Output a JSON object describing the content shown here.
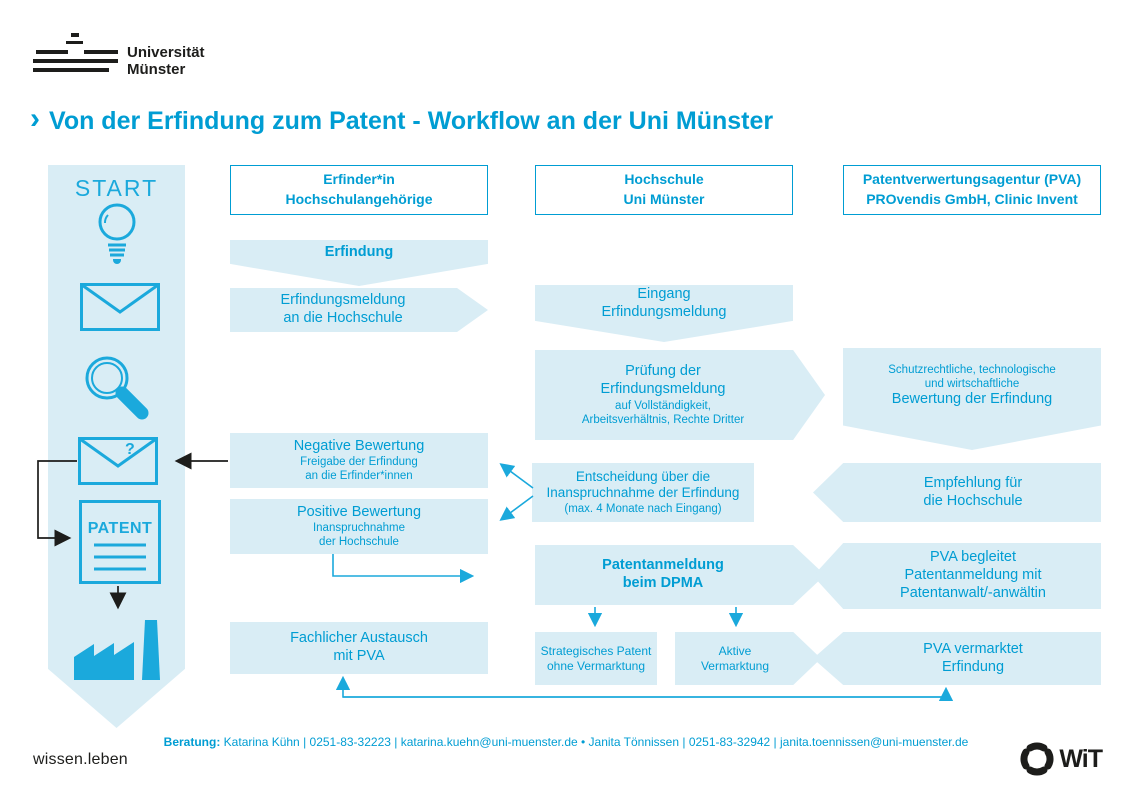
{
  "colors": {
    "cyan": "#009dd3",
    "icon_cyan": "#1ba9dc",
    "light_blue": "#d9edf5",
    "black": "#1d1d1b"
  },
  "logo": {
    "line1": "Universität",
    "line2": "Münster"
  },
  "title": {
    "marker": "›",
    "text": "Von der Erfindung zum Patent - Workflow an der Uni Münster"
  },
  "start": {
    "label": "START",
    "icons": [
      "lightbulb-icon",
      "envelope-icon",
      "magnifier-icon",
      "envelope-question-icon",
      "patent-document-icon",
      "factory-icon"
    ],
    "patent_label": "PATENT",
    "question_mark": "?"
  },
  "headers": [
    {
      "line1": "Erfinder*in",
      "line2": "Hochschulangehörige"
    },
    {
      "line1": "Hochschule",
      "line2": "Uni Münster"
    },
    {
      "line1": "Patentverwertungsagentur (PVA)",
      "line2": "PROvendis GmbH, Clinic Invent"
    }
  ],
  "flow": {
    "erfindung": {
      "title": "Erfindung"
    },
    "erfindungsmeldung": {
      "line1": "Erfindungsmeldung",
      "line2": "an die Hochschule"
    },
    "eingang": {
      "line1": "Eingang",
      "line2": "Erfindungsmeldung"
    },
    "pruefung": {
      "line1": "Prüfung der",
      "line2": "Erfindungsmeldung",
      "sub1": "auf Vollständigkeit,",
      "sub2": "Arbeitsverhältnis, Rechte Dritter"
    },
    "bewertung": {
      "sub1": "Schutzrechtliche, technologische",
      "sub2": "und wirtschaftliche",
      "title": "Bewertung der Erfindung"
    },
    "negative": {
      "title": "Negative Bewertung",
      "sub1": "Freigabe der Erfindung",
      "sub2": "an die Erfinder*innen"
    },
    "positive": {
      "title": "Positive Bewertung",
      "sub1": "Inanspruchnahme",
      "sub2": "der Hochschule"
    },
    "entscheidung": {
      "line1": "Entscheidung über die",
      "line2": "Inanspruchnahme der Erfindung",
      "sub": "(max. 4 Monate nach Eingang)"
    },
    "empfehlung": {
      "line1": "Empfehlung für",
      "line2": "die Hochschule"
    },
    "patentanmeldung": {
      "line1": "Patentanmeldung",
      "line2": "beim DPMA"
    },
    "pva_begleitet": {
      "line1": "PVA begleitet",
      "line2": "Patentanmeldung mit",
      "line3": "Patentanwalt/-anwältin"
    },
    "strategisches": {
      "line1": "Strategisches Patent",
      "line2": "ohne Vermarktung"
    },
    "aktive": {
      "line1": "Aktive",
      "line2": "Vermarktung"
    },
    "pva_vermarktet": {
      "line1": "PVA vermarktet",
      "line2": "Erfindung"
    },
    "fachlicher": {
      "line1": "Fachlicher Austausch",
      "line2": "mit PVA"
    }
  },
  "footer": {
    "label": "Beratung:",
    "text": " Katarina Kühn | 0251-83-32223 | katarina.kuehn@uni-muenster.de • Janita Tönnissen | 0251-83-32942 | janita.toennissen@uni-muenster.de"
  },
  "branding": {
    "wissen_leben": "wissen.leben",
    "wit": "WiT"
  }
}
